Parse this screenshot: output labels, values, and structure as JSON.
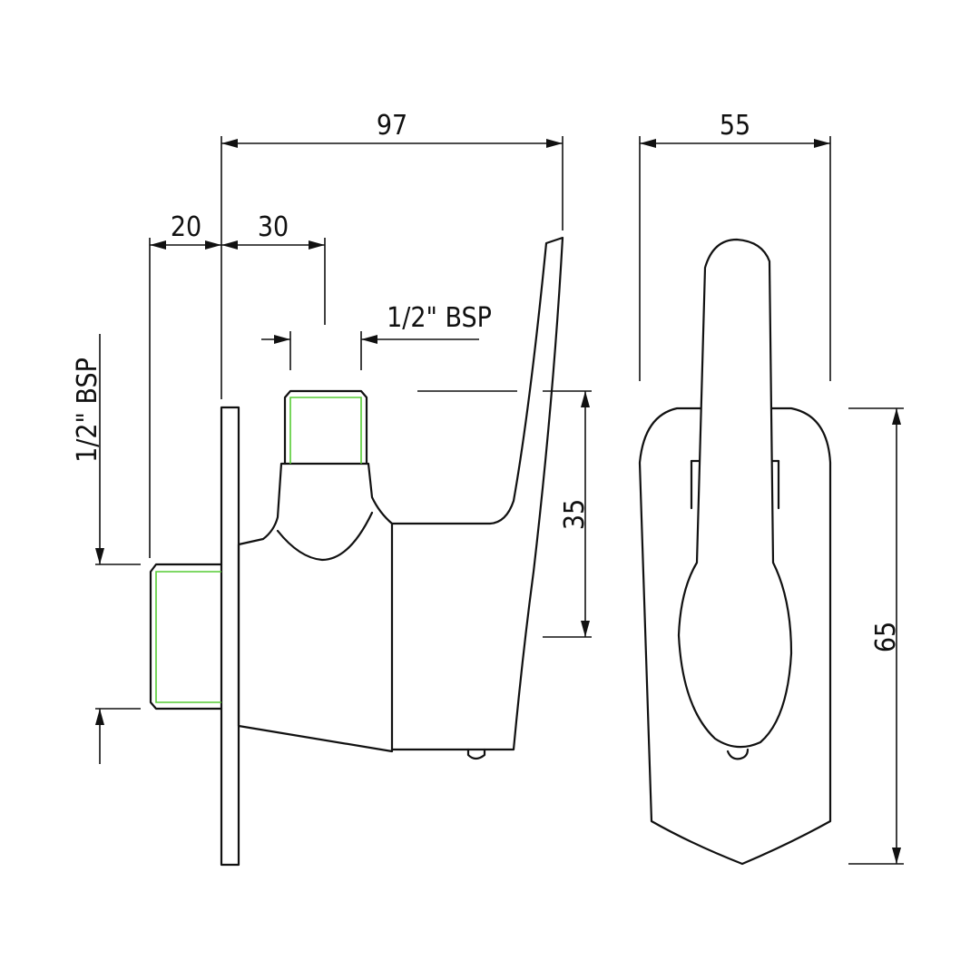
{
  "dimensions": {
    "overall_depth": "97",
    "wall_thread_length": "20",
    "outlet_offset": "30",
    "outlet_thread": "1/2\" BSP",
    "inlet_thread": "1/2\" BSP",
    "handle_height": "35",
    "front_width": "55",
    "front_height": "65"
  },
  "colors": {
    "line": "#111111",
    "thread": "#55cc33",
    "background": "#ffffff"
  }
}
